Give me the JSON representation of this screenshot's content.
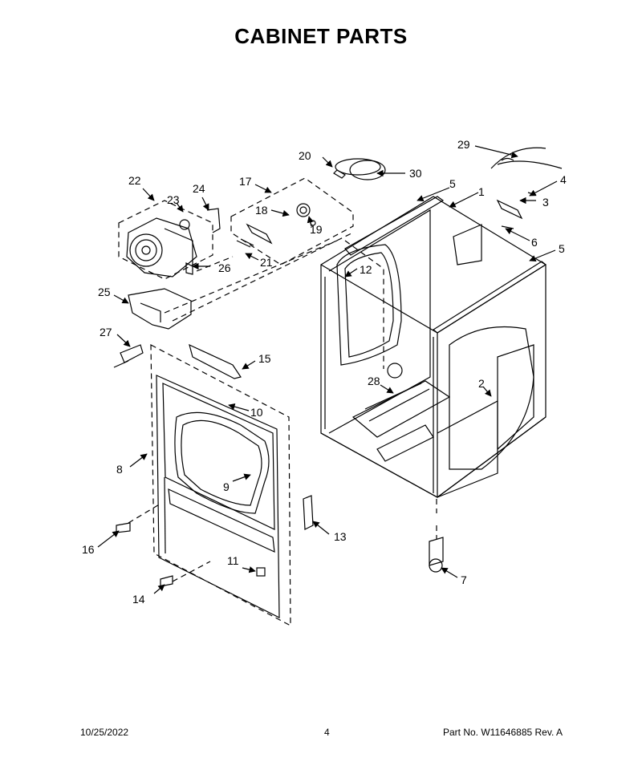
{
  "title": "CABINET PARTS",
  "callouts": [
    "1",
    "2",
    "3",
    "4",
    "5",
    "5",
    "6",
    "7",
    "8",
    "9",
    "10",
    "11",
    "12",
    "13",
    "14",
    "15",
    "16",
    "17",
    "18",
    "19",
    "20",
    "21",
    "22",
    "23",
    "24",
    "25",
    "26",
    "27",
    "28",
    "29",
    "30"
  ],
  "footer": {
    "date": "10/25/2022",
    "page": "4",
    "part": "Part No.  W11646885  Rev.  A"
  }
}
